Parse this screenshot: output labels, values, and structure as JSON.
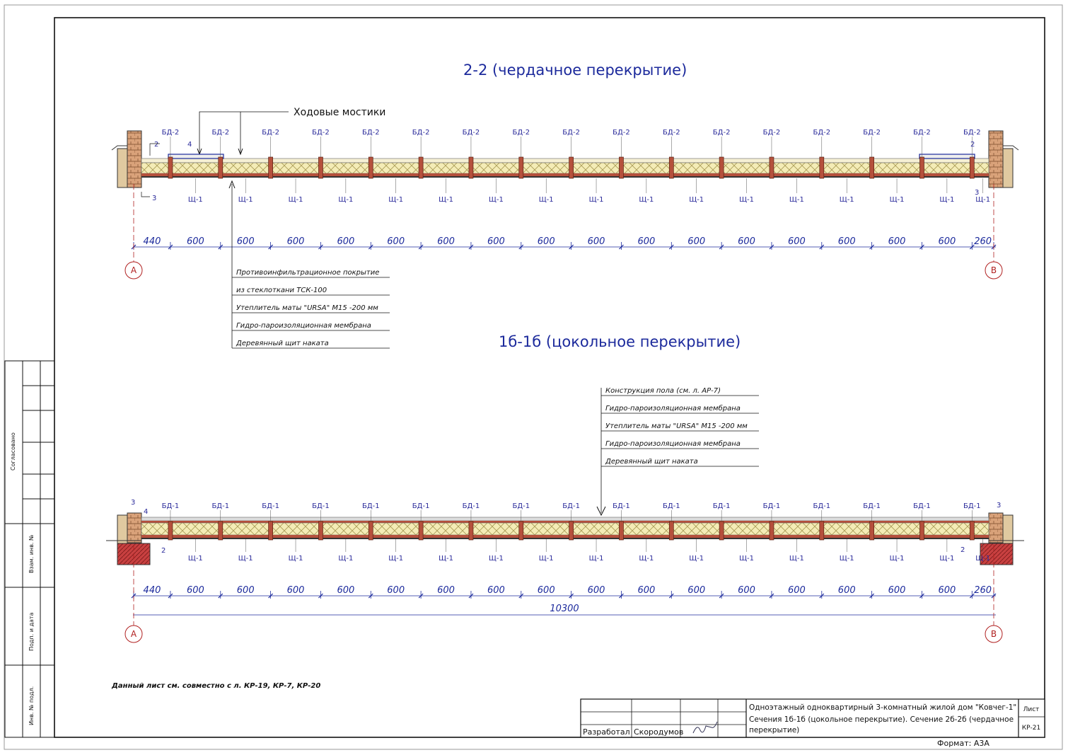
{
  "section_top": {
    "title": "2-2  (чердачное перекрытие)",
    "callout_walkways": "Ходовые мостики",
    "beam_label": "БД-2",
    "panel_label": "Щ-1",
    "num_2": "2",
    "num_3": "3",
    "num_4": "4",
    "dims": [
      "440",
      "600",
      "600",
      "600",
      "600",
      "600",
      "600",
      "600",
      "600",
      "600",
      "600",
      "600",
      "600",
      "600",
      "600",
      "600",
      "600",
      "260"
    ],
    "axis_left": "А",
    "axis_right": "В",
    "legend": [
      "Противоинфильтрационное покрытие",
      "из стеклоткани ТСК-100",
      "Утеплитель маты \"URSA\" М15       -200 мм",
      "Гидро-пароизоляционная мембрана",
      "Деревянный щит наката"
    ]
  },
  "section_bottom": {
    "title": "1б-1б  (цокольное перекрытие)",
    "beam_label": "БД-1",
    "panel_label": "Щ-1",
    "num_2": "2",
    "num_3": "3",
    "num_4": "4",
    "dims": [
      "440",
      "600",
      "600",
      "600",
      "600",
      "600",
      "600",
      "600",
      "600",
      "600",
      "600",
      "600",
      "600",
      "600",
      "600",
      "600",
      "600",
      "260"
    ],
    "total_dim": "10300",
    "axis_left": "А",
    "axis_right": "В",
    "legend": [
      "Конструкция пола (см. л. АР-7)",
      "Гидро-пароизоляционная мембрана",
      "Утеплитель маты \"URSA\" М15       -200 мм",
      "Гидро-пароизоляционная мембрана",
      "Деревянный щит наката"
    ]
  },
  "note": "Данный лист см. совместно с л. КР-19, КР-7, КР-20",
  "side_stamp": {
    "agreed": "Согласовано",
    "inv_swap": "Взам. инв. №",
    "sign_date": "Подп. и дата",
    "inv_orig": "Инв. № подл."
  },
  "title_block": {
    "description_line1": "Одноэтажный однoквартирный 3-комнатный жилой дом \"Ковчег-1\"",
    "description_line2": "Сечения 1б-1б (цокольное перекрытие). Сечение 2б-2б (чердачное",
    "description_line3": "перекрытие)",
    "role": "Разработал",
    "name": "Скородумов",
    "sheet_label": "Лист",
    "sheet_number": "КР-21",
    "format": "Формат: А3А"
  },
  "colors": {
    "ink": "#1c2a9c",
    "beam": "#b5503c",
    "insulation": "#f1e7a8",
    "brick": "#c0392b"
  }
}
